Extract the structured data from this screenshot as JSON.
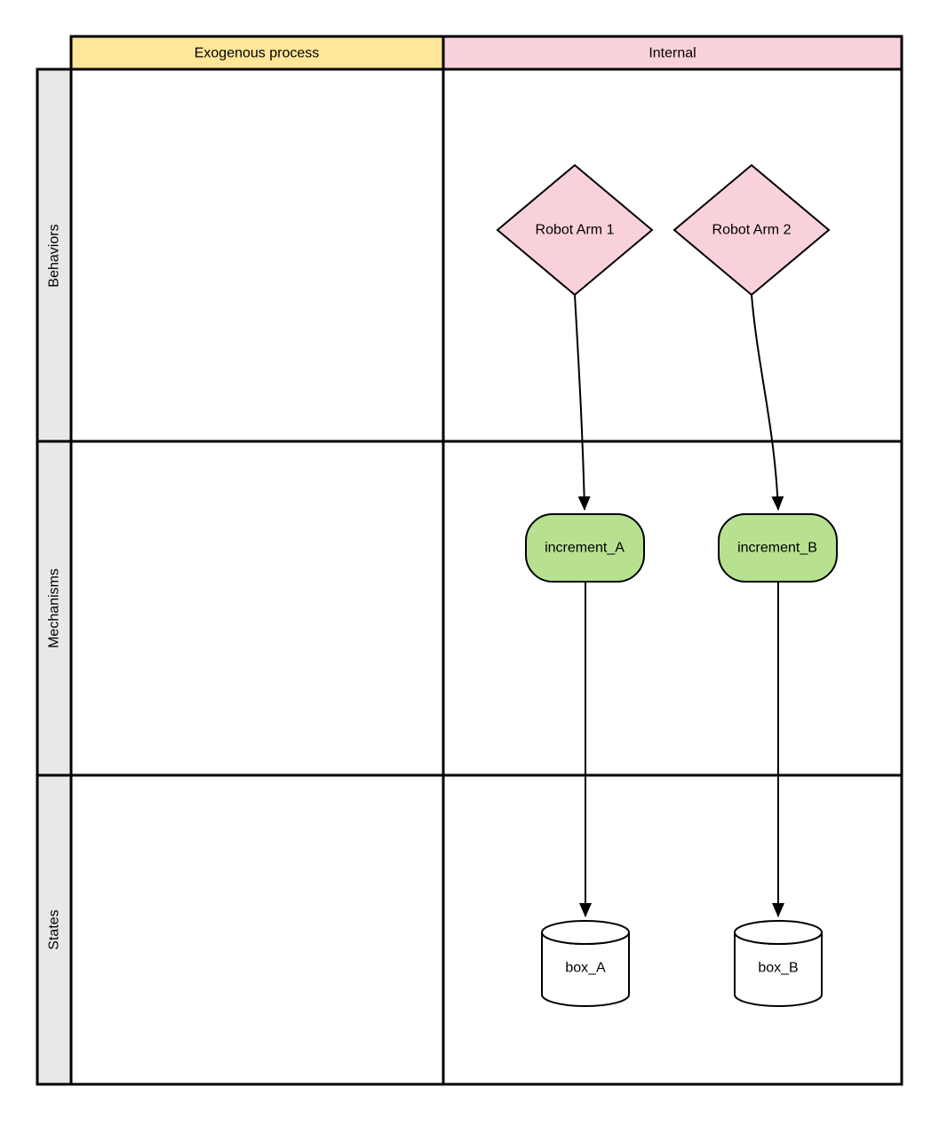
{
  "diagram_title": "",
  "colors": {
    "exogenous_header_fill": "#ffe699",
    "internal_header_fill": "#f9d1da",
    "row_label_fill": "#e8e8e8",
    "body_cell_fill": "#ffffff",
    "diamond_fill": "#f9d1da",
    "process_fill": "#b7e190",
    "cylinder_fill": "#ffffff",
    "line_color": "#000000"
  },
  "matrix": {
    "column_headers": [
      {
        "id": "exogenous",
        "label": "Exogenous process"
      },
      {
        "id": "internal",
        "label": "Internal"
      }
    ],
    "row_headers": [
      {
        "id": "behaviors",
        "label": "Behaviors"
      },
      {
        "id": "mechanisms",
        "label": "Mechanisms"
      },
      {
        "id": "states",
        "label": "States"
      }
    ]
  },
  "nodes": {
    "robot_arm_1": {
      "label": "Robot Arm 1",
      "shape": "diamond",
      "row": "Behaviors",
      "column": "Internal"
    },
    "robot_arm_2": {
      "label": "Robot Arm 2",
      "shape": "diamond",
      "row": "Behaviors",
      "column": "Internal"
    },
    "increment_a": {
      "label": "increment_A",
      "shape": "rounded-rectangle",
      "row": "Mechanisms",
      "column": "Internal"
    },
    "increment_b": {
      "label": "increment_B",
      "shape": "rounded-rectangle",
      "row": "Mechanisms",
      "column": "Internal"
    },
    "box_a": {
      "label": "box_A",
      "shape": "cylinder",
      "row": "States",
      "column": "Internal"
    },
    "box_b": {
      "label": "box_B",
      "shape": "cylinder",
      "row": "States",
      "column": "Internal"
    }
  },
  "edges": [
    {
      "from": "Robot Arm 1",
      "to": "increment_A",
      "type": "arrow"
    },
    {
      "from": "Robot Arm 2",
      "to": "increment_B",
      "type": "arrow"
    },
    {
      "from": "increment_A",
      "to": "box_A",
      "type": "arrow"
    },
    {
      "from": "increment_B",
      "to": "box_B",
      "type": "arrow"
    }
  ]
}
